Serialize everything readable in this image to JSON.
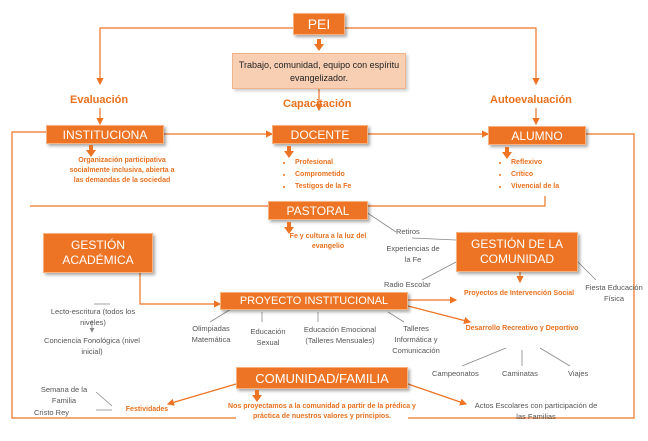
{
  "pei": "PEI",
  "mission": "Trabajo, comunidad, equipo con espíritu evangelizador.",
  "labels": {
    "evaluacion": "Evaluación",
    "capacitacion": "Capacitación",
    "autoevaluacion": "Autoevaluación"
  },
  "institucional": {
    "title": "INSTITUCIONA",
    "desc": "Organización participativa socialmente inclusiva, abierta a las demandas de la sociedad"
  },
  "docente": {
    "title": "DOCENTE",
    "items": [
      "Profesional",
      "Comprometido",
      "Testigos de la Fe"
    ]
  },
  "alumno": {
    "title": "ALUMNO",
    "items": [
      "Reflexivo",
      "Crítico",
      "Vivencial de la"
    ]
  },
  "pastoral": {
    "title": "PASTORAL",
    "desc": "Fe y cultura a la luz del evangelio",
    "retiros": "Retiros",
    "experiencias": "Experiencias de la Fe"
  },
  "gestion_academica": {
    "title": "GESTIÓN ACADÉMICA"
  },
  "gestion_comunidad": {
    "title": "GESTIÓN DE LA COMUNIDAD",
    "radio": "Radio Escolar",
    "fiesta": "Fiesta Educación Física"
  },
  "proyecto": {
    "title": "PROYECTO INSTITUCIONAL",
    "items": [
      "Olimpiadas Matemática",
      "Educación Sexual",
      "Educación Emocional (Talleres Mensuales)",
      "Talleres Informática y Comunicación"
    ],
    "social": "Proyectos de Intervención Social",
    "desarrollo": "Desarrollo Recreativo y Deportivo",
    "desarrollo_items": [
      "Campeonatos",
      "Caminatas",
      "Viajes"
    ]
  },
  "academica_items": [
    "Lecto-escritura (todos los niveles)",
    "Conciencia Fonológica (nivel inicial)"
  ],
  "comunidad": {
    "title": "COMUNIDAD/FAMILIA",
    "desc": "Nos proyectamos a la comunidad a partir de la prédica y práctica de nuestros valores y principios.",
    "festividades": "Festividades",
    "semana": "Semana de la Familia",
    "cristo": "Cristo Rey",
    "actos": "Actos Escolares con participación de las Familias"
  }
}
